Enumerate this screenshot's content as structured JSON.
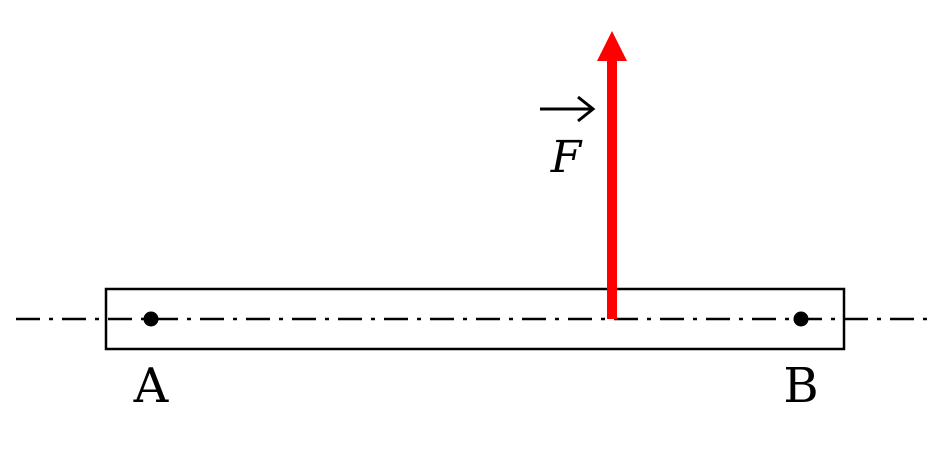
{
  "labels": {
    "point_a": "A",
    "point_b": "B",
    "force": "F"
  },
  "colors": {
    "force_arrow": "#ff0000",
    "outline": "#000000",
    "background": "#ffffff"
  },
  "icons": {
    "force_vector_arrow": "vector-arrow-icon"
  }
}
